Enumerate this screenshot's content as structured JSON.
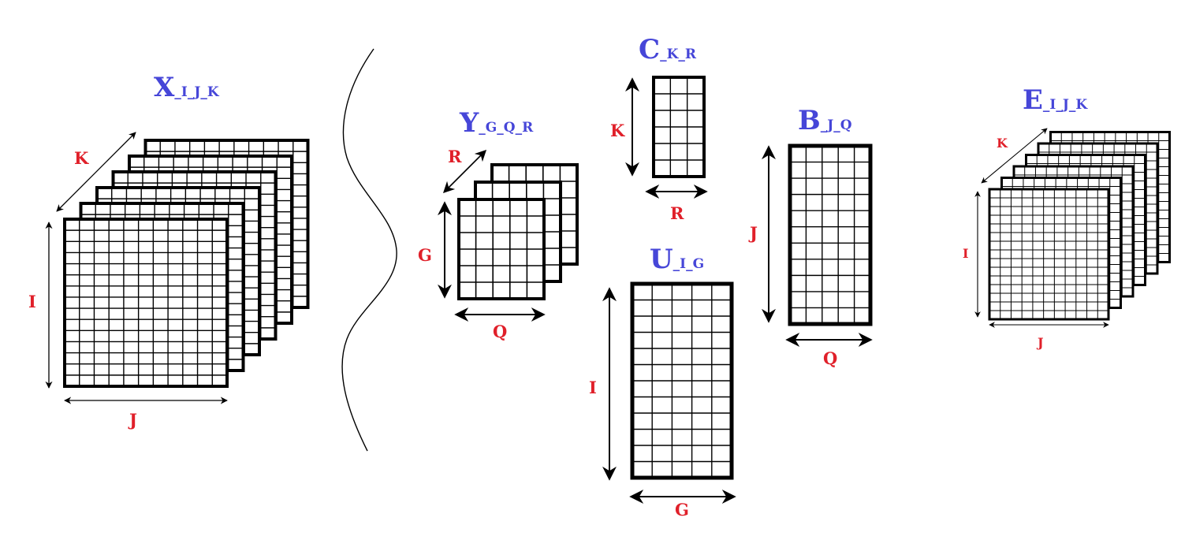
{
  "tensor_x": {
    "main": "X",
    "sub": "_I_J_K",
    "dims": {
      "i": "I",
      "j": "J",
      "k": "K"
    }
  },
  "tensor_y": {
    "main": "Y",
    "sub": "_G_Q_R",
    "dims": {
      "g": "G",
      "q": "Q",
      "r": "R"
    }
  },
  "matrix_c": {
    "main": "C",
    "sub": "_K_R",
    "dims": {
      "k": "K",
      "r": "R"
    }
  },
  "matrix_u": {
    "main": "U",
    "sub": "_I_G",
    "dims": {
      "i": "I",
      "g": "G"
    }
  },
  "matrix_b": {
    "main": "B",
    "sub": "_J_Q",
    "dims": {
      "j": "J",
      "q": "Q"
    }
  },
  "tensor_e": {
    "main": "E",
    "sub": "_I_J_K",
    "dims": {
      "i": "I",
      "j": "J",
      "k": "K"
    }
  },
  "colors": {
    "title": "#4646d8",
    "dimension": "#e0202a",
    "lines": "#000000"
  }
}
